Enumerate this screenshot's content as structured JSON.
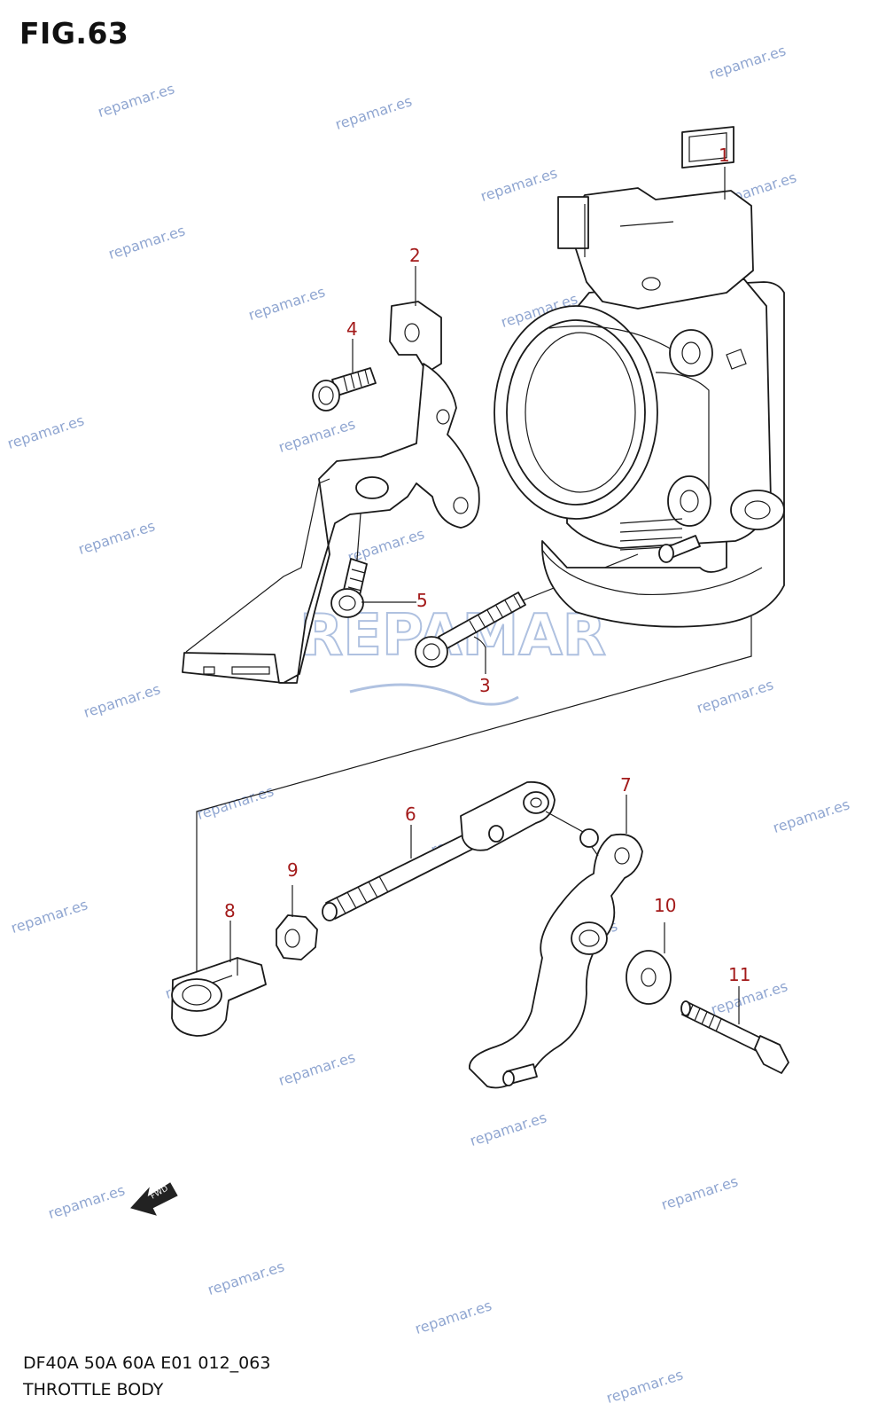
{
  "figure": {
    "title": "FIG.63",
    "model_line": "DF40A 50A 60A E01 012_063",
    "part_name": "THROTTLE BODY"
  },
  "watermark": {
    "text": "repamar.es",
    "logo_text": "REPAMAR"
  },
  "fwd_label": "FWD",
  "callouts": [
    "1",
    "2",
    "3",
    "4",
    "5",
    "6",
    "7",
    "8",
    "9",
    "10",
    "11"
  ],
  "colors": {
    "callout": "#a31a1a",
    "watermark": "#7d97c9",
    "line": "#1a1a1a"
  }
}
